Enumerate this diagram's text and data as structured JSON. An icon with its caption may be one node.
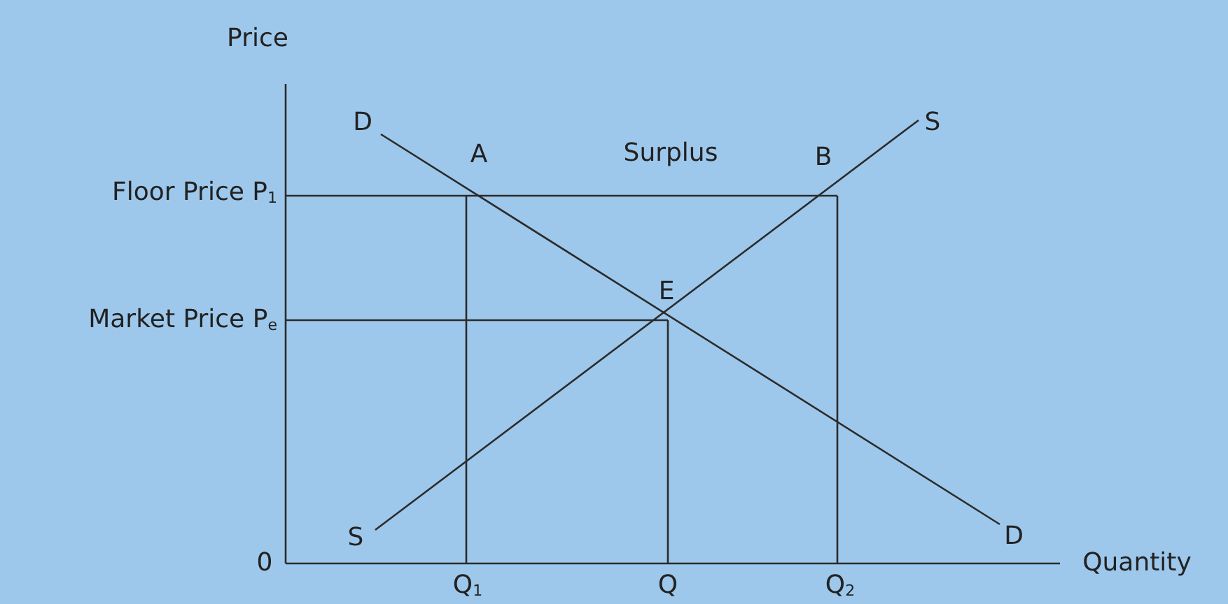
{
  "diagram": {
    "labels": [
      "Price",
      "D",
      "A",
      "Surplus",
      "B",
      "S",
      "Floor Price P$_{1}$",
      "E",
      "Market Price P$_{e}$",
      "S",
      "D",
      "0",
      "Quantity",
      "Q$_{1}$",
      "Q",
      "Q$_{2}$"
    ]
  }
}
